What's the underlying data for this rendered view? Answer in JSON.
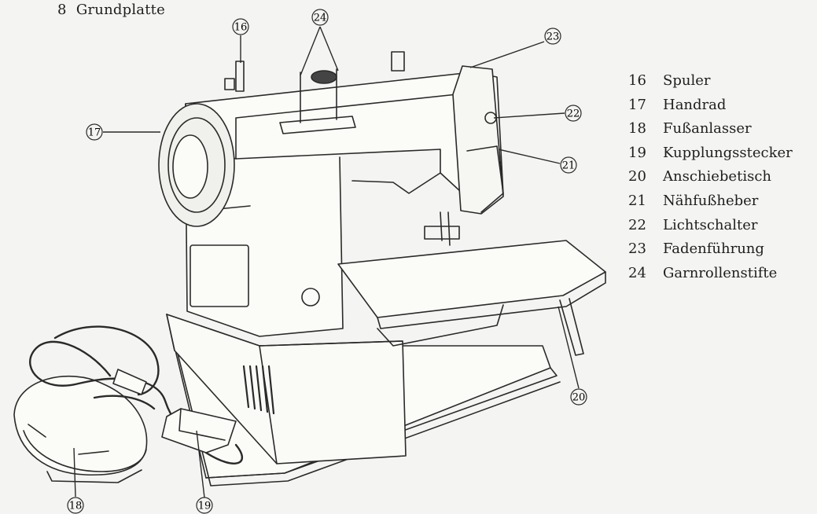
{
  "header_item": {
    "number": "8",
    "label": "Grundplatte"
  },
  "legend": [
    {
      "number": "16",
      "label": "Spuler"
    },
    {
      "number": "17",
      "label": "Handrad"
    },
    {
      "number": "18",
      "label": "Fußanlasser"
    },
    {
      "number": "19",
      "label": "Kupplungsstecker"
    },
    {
      "number": "20",
      "label": "Anschiebetisch"
    },
    {
      "number": "21",
      "label": "Nähfußheber"
    },
    {
      "number": "22",
      "label": "Lichtschalter"
    },
    {
      "number": "23",
      "label": "Fadenführung"
    },
    {
      "number": "24",
      "label": "Garnrollenstifte"
    }
  ],
  "callouts": [
    "16",
    "17",
    "18",
    "19",
    "20",
    "21",
    "22",
    "23",
    "24"
  ]
}
